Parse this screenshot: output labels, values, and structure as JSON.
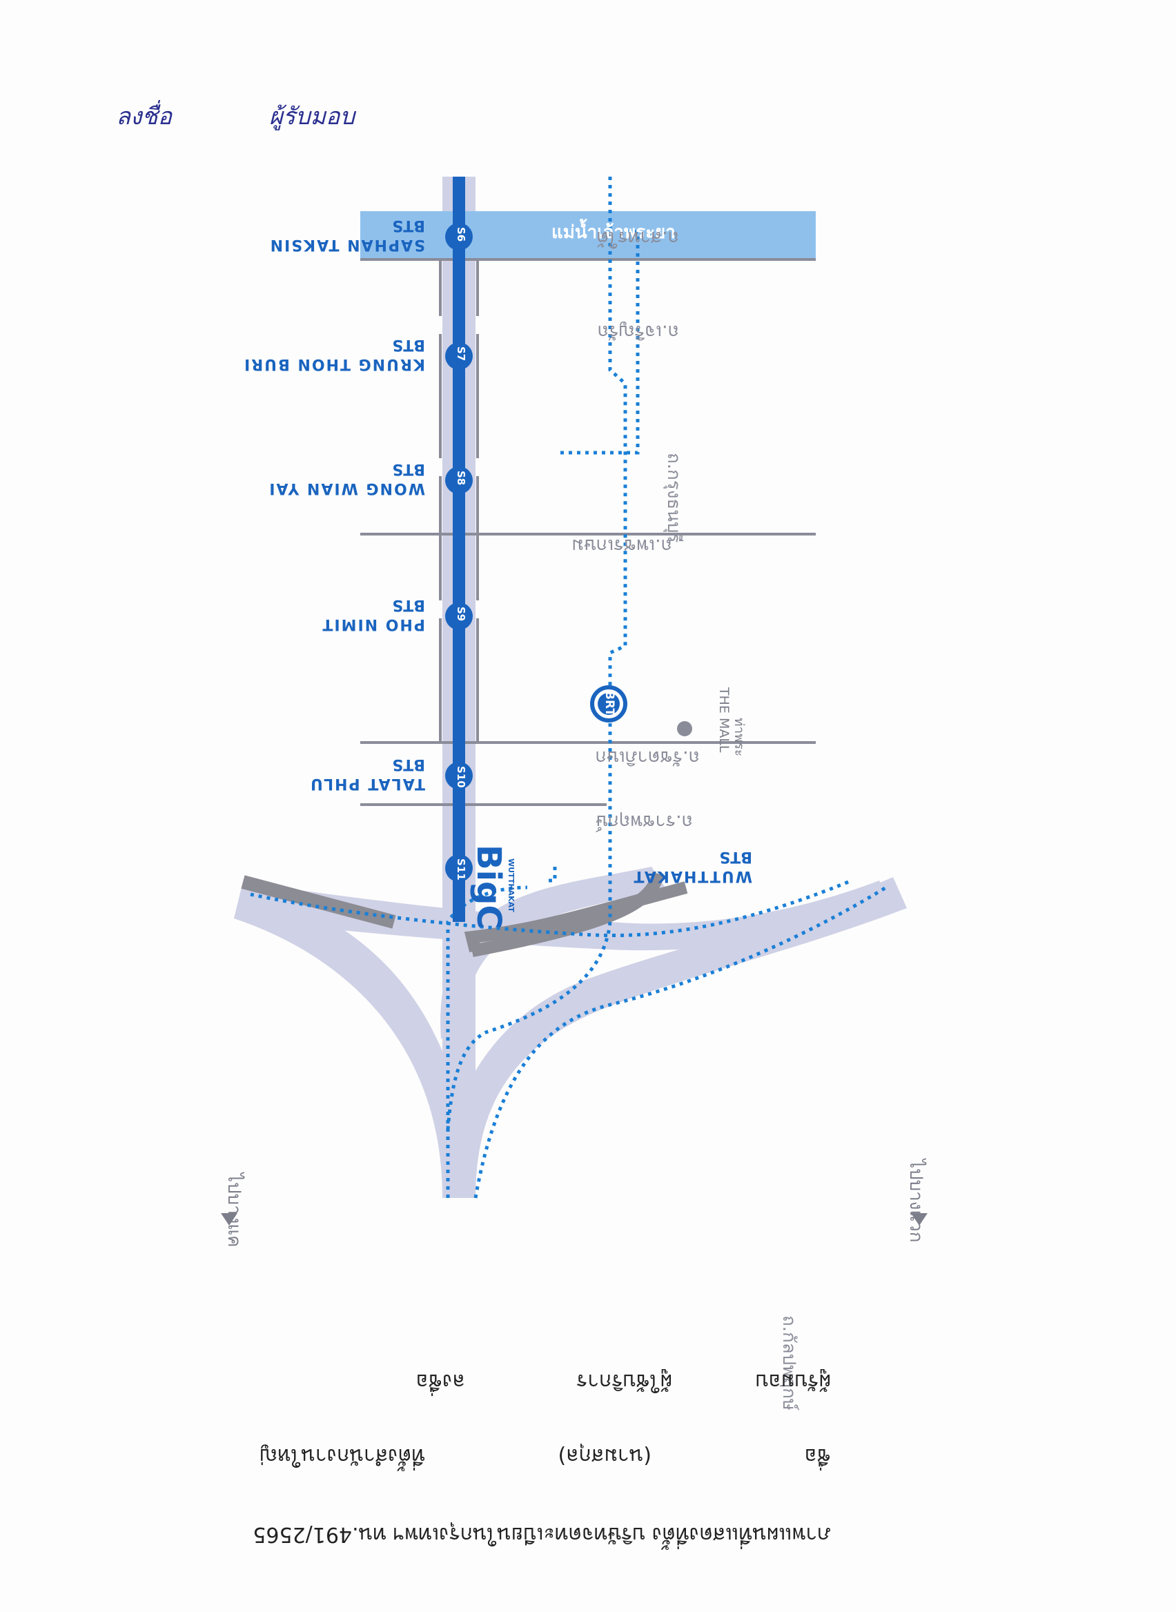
{
  "caption": {
    "line1": "ภาพแผนที่แสดงที่ตั้ง  บริษัทจดทะเบียนในกรุงเทพฯ ทน.491/2565",
    "line2_left": "ชื่อ",
    "line2_mid": "(นามสกุล)",
    "line2_right": "ที่ตั้งสำนักงานใหญ่",
    "line3_left": "ผู้รับมอบ",
    "line3_mid": "ผู้ใช้บริการ",
    "line3_right": "ลงชื่อ"
  },
  "signature": {
    "left": "ลงชื่อ",
    "right": "ผู้รับมอบ"
  },
  "river": {
    "label": "แม่น้ำเจ้าพระยา",
    "color": "#8fc0ec"
  },
  "colors": {
    "bts_line": "#1a64bf",
    "road_corridor": "#cfd1e6",
    "road_line": "#8a8c99",
    "brt_dotted": "#1a7fd6",
    "dark_segment": "#8c8c94"
  },
  "stations": [
    {
      "code": "S6",
      "line": "BTS",
      "name": "SAPHAN TAKSIN"
    },
    {
      "code": "S7",
      "line": "BTS",
      "name": "KRUNG THON BURI"
    },
    {
      "code": "S8",
      "line": "BTS",
      "name": "WONG WIAN YAI"
    },
    {
      "code": "S9",
      "line": "BTS",
      "name": "PHO NIMIT"
    },
    {
      "code": "S10",
      "line": "BTS",
      "name": "TALAT PHLU"
    },
    {
      "code": "S11",
      "line": "BTS",
      "name": "WUTTHAKAT"
    }
  ],
  "brt_badge": "BRT",
  "roads": {
    "sathon": "ถ.สาทรใต้",
    "charoen_rat": "ถ.เจริญรัถ",
    "krung_thon": "ถ.กรุงธนบุรี",
    "phetkasem": "ถ.เพชรเกษม",
    "ratchada": "ถ.รัชดาภิเษก",
    "ratchaphruek": "ถ.ราชพฤกษ์",
    "kanlapaphruek": "ถ.กัลปพฤกษ์"
  },
  "landmarks": {
    "mall_name": "THE MALL",
    "mall_branch": "ท่าพระ",
    "bigc_logo": "BigC",
    "bigc_branch": "WUTTHAKAT"
  },
  "destinations": {
    "left": "ไปบางแค",
    "right": "ไปบางแวก"
  },
  "icons": [
    "triangle-arrow-icon",
    "station-circle-icon",
    "brt-badge-icon"
  ]
}
